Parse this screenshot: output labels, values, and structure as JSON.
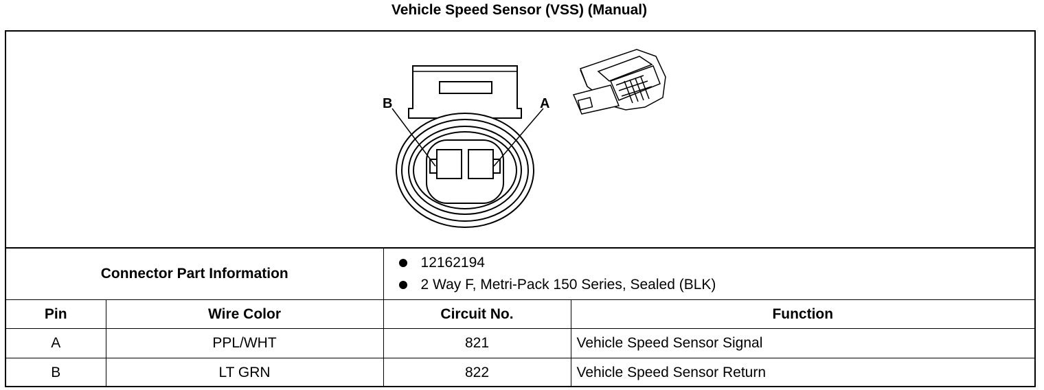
{
  "title": "Vehicle Speed Sensor (VSS) (Manual)",
  "connector": {
    "pin_labels": {
      "left": "B",
      "right": "A"
    }
  },
  "connector_info": {
    "label": "Connector Part Information",
    "items": [
      "12162194",
      "2 Way F, Metri-Pack 150 Series, Sealed (BLK)"
    ]
  },
  "table": {
    "headers": [
      "Pin",
      "Wire Color",
      "Circuit No.",
      "Function"
    ],
    "rows": [
      [
        "A",
        "PPL/WHT",
        "821",
        "Vehicle Speed Sensor Signal"
      ],
      [
        "B",
        "LT GRN",
        "822",
        "Vehicle Speed Sensor Return"
      ]
    ]
  }
}
